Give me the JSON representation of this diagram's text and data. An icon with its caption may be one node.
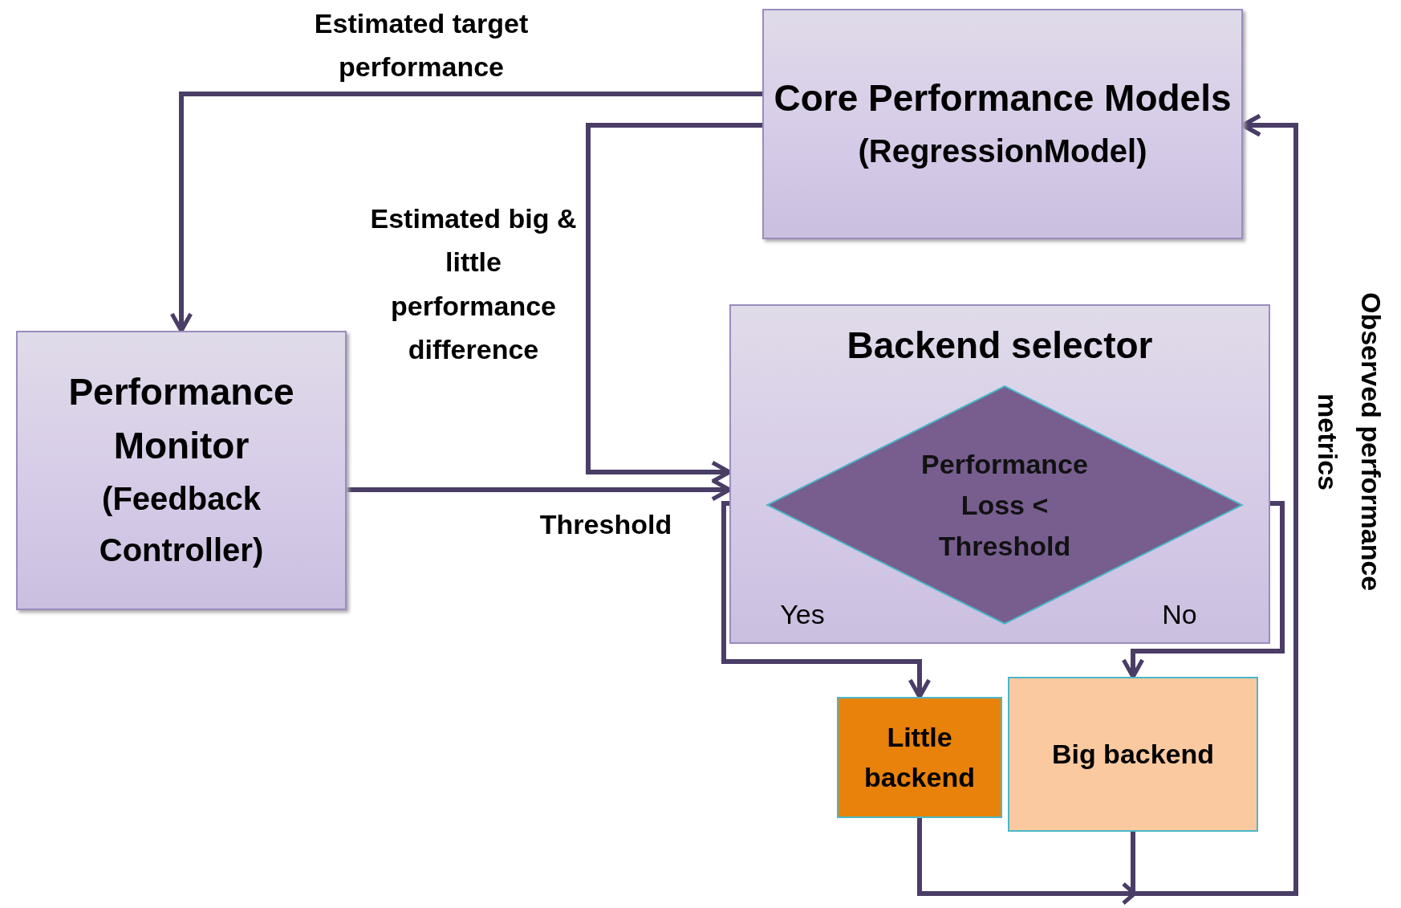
{
  "diagram": {
    "nodes": [
      {
        "text": [
          "Core Performance Models",
          "(RegressionModel)"
        ]
      },
      {
        "text": [
          "Performance Monitor",
          "(Feedback Controller)"
        ]
      },
      {
        "text": [
          "Backend selector"
        ]
      },
      {
        "text": [
          "Performance Loss < Threshold"
        ],
        "in": 2
      },
      {
        "text": [
          "Little backend"
        ]
      },
      {
        "text": [
          "Big backend"
        ]
      }
    ],
    "edges": [
      {
        "from": 0,
        "to": 1,
        "arrow": "to",
        "label": "Estimated target performance"
      },
      {
        "from": 0,
        "to": 2,
        "arrow": "to",
        "label": "Estimated big & little performance difference"
      },
      {
        "from": 1,
        "to": 2,
        "arrow": "to",
        "label": "Threshold"
      },
      {
        "from": 3,
        "to": 4,
        "arrow": "to",
        "label": "Yes"
      },
      {
        "from": 3,
        "to": 5,
        "arrow": "to",
        "label": "No"
      },
      {
        "from": 4,
        "to": 0,
        "arrow": "to",
        "label": "Observed performance metrics"
      },
      {
        "from": 5,
        "to": 0,
        "arrow": "to"
      }
    ]
  }
}
